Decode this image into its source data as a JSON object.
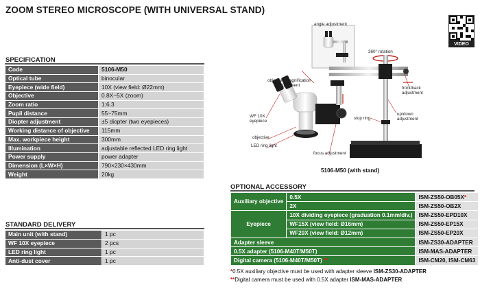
{
  "title": "ZOOM STEREO MICROSCOPE (WITH UNIVERSAL STAND)",
  "video_label": "VIDEO",
  "specification": {
    "heading": "SPECIFICATION",
    "rows": [
      {
        "key": "Code",
        "value": "5106-M50"
      },
      {
        "key": "Optical tube",
        "value": "binocular"
      },
      {
        "key": "Eyepiece (wide field)",
        "value": "10X (view field: Ø22mm)"
      },
      {
        "key": "Objective",
        "value": "0.8X~5X (zoom)"
      },
      {
        "key": "Zoom ratio",
        "value": "1:6.3"
      },
      {
        "key": "Pupil distance",
        "value": "55~75mm"
      },
      {
        "key": "Diopter adjustment",
        "value": "±5 diopter (two eyepieces)"
      },
      {
        "key": "Working distance of objective",
        "value": "115mm"
      },
      {
        "key": "Max. workpiece height",
        "value": "300mm"
      },
      {
        "key": "Illumination",
        "value": "adjustable reflected LED ring light"
      },
      {
        "key": "Power supply",
        "value": "power adapter"
      },
      {
        "key": "Dimension (L×W×H)",
        "value": "790×230×430mm"
      },
      {
        "key": "Weight",
        "value": "20kg"
      }
    ]
  },
  "standard_delivery": {
    "heading": "STANDARD DELIVERY",
    "rows": [
      {
        "key": "Main unit (with stand)",
        "value": "1 pc"
      },
      {
        "key": "WF 10X eyepiece",
        "value": "2 pcs"
      },
      {
        "key": "LED ring light",
        "value": "1 pc"
      },
      {
        "key": "Anti-dust cover",
        "value": "1 pc"
      }
    ]
  },
  "figure": {
    "caption": "5106-M50 (with stand)",
    "labels": {
      "angle": "angle adjustment",
      "rotation": "360° rotation",
      "objmag": "objective magnification\nadjustment",
      "frontback": "front/back\nadjustment",
      "wf": "WF 10X\neyepiece",
      "updown": "up/down\nadjustment",
      "stopring": "stop ring",
      "objective": "objective",
      "led": "LED ring light",
      "focus": "focus adjustment"
    }
  },
  "optional_accessory": {
    "heading": "OPTIONAL ACCESSORY",
    "aux_label": "Auxiliary objective",
    "eyepiece_label": "Eyepiece",
    "star": "*",
    "star2": "**",
    "rows": {
      "aux1": {
        "name": "0.5X",
        "code": "ISM-ZS50-OB05X"
      },
      "aux2": {
        "name": "2X",
        "code": "ISM-ZS50-OB2X"
      },
      "eye1": {
        "name": "10X dividing eyepiece (graduation 0.1mm/div.)",
        "code": "ISM-ZS50-EPD10X"
      },
      "eye2": {
        "name": "WF15X (view field: Ø16mm)",
        "code": "ISM-ZS50-EP15X"
      },
      "eye3": {
        "name": "WF20X (view field: Ø12mm)",
        "code": "ISM-ZS50-EP20X"
      },
      "sleeve": {
        "name": "Adapter sleeve",
        "code": "ISM-ZS30-ADAPTER"
      },
      "adapter": {
        "name": "0.5X adapter (5106-M40T/M50T)",
        "code": "ISM-MAS-ADAPTER"
      },
      "camera": {
        "name": "Digital camera (5106-M40T/M50T)",
        "code": "ISM-CM20, ISM-CM63"
      }
    },
    "notes": [
      {
        "mark": "*",
        "text": "0.5X auxiliary objective must be used with adapter sleeve ",
        "bold": "ISM-ZS30-ADAPTER"
      },
      {
        "mark": "**",
        "text": "Digital camera must be used with 0.5X adapter ",
        "bold": "ISM-MAS-ADAPTER"
      }
    ]
  }
}
